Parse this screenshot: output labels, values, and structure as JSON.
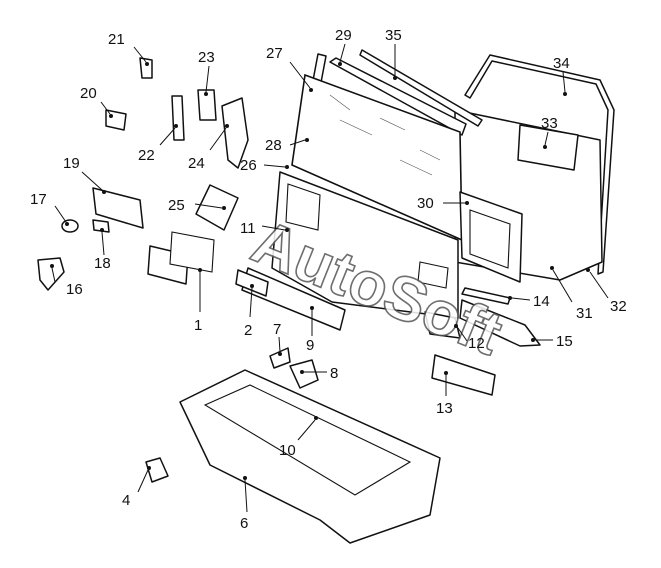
{
  "watermark": {
    "text": "AutoSoft"
  },
  "callouts": [
    "1",
    "2",
    "4",
    "6",
    "7",
    "8",
    "9",
    "10",
    "11",
    "12",
    "13",
    "14",
    "15",
    "16",
    "17",
    "18",
    "19",
    "20",
    "21",
    "22",
    "23",
    "24",
    "25",
    "26",
    "27",
    "28",
    "29",
    "30",
    "31",
    "32",
    "33",
    "34",
    "35"
  ],
  "colors": {
    "line": "#111111",
    "background": "#ffffff",
    "watermark_stroke": "#555555"
  }
}
